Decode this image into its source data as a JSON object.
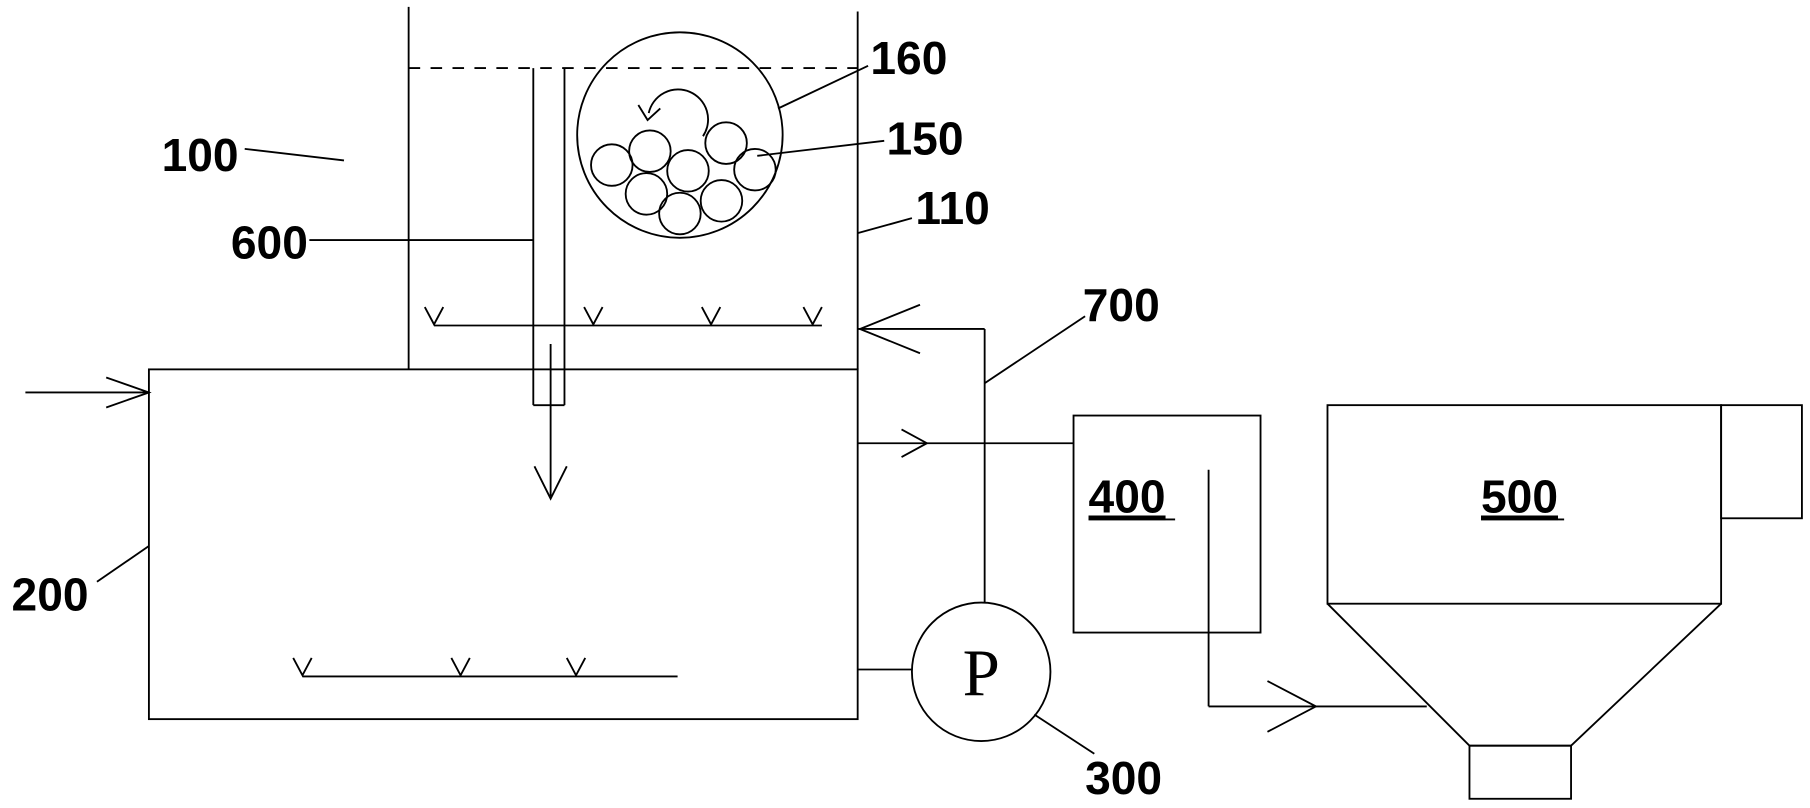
{
  "labels": {
    "tank_top": "100",
    "column_wall": "110",
    "filler_balls": "150",
    "magnified_view": "160",
    "tank_bottom": "200",
    "pump": "300",
    "unit_400": "400",
    "unit_500": "500",
    "pipe_600": "600",
    "pipe_700": "700"
  },
  "pump_symbol": "P"
}
